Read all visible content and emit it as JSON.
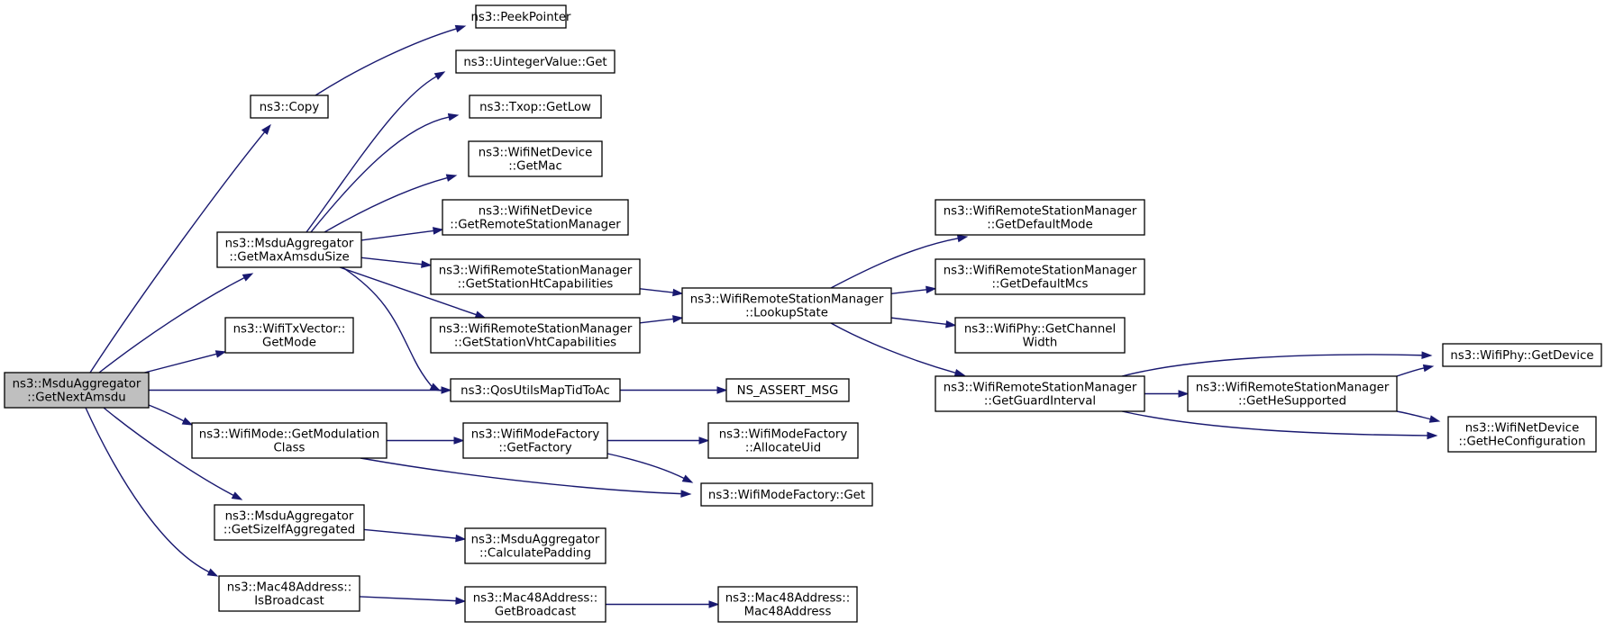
{
  "diagram": {
    "colors": {
      "edge": "#191970",
      "root_fill": "#bfbfbf",
      "node_fill": "#ffffff",
      "node_border": "#000000"
    },
    "nodes": [
      {
        "id": "root",
        "lines": [
          "ns3::MsduAggregator",
          "::GetNextAmsdu"
        ],
        "root": true
      },
      {
        "id": "copy",
        "lines": [
          "ns3::Copy"
        ]
      },
      {
        "id": "peek",
        "lines": [
          "ns3::PeekPointer"
        ]
      },
      {
        "id": "maxamsdu",
        "lines": [
          "ns3::MsduAggregator",
          "::GetMaxAmsduSize"
        ]
      },
      {
        "id": "uintget",
        "lines": [
          "ns3::UintegerValue::Get"
        ]
      },
      {
        "id": "txoplow",
        "lines": [
          "ns3::Txop::GetLow"
        ]
      },
      {
        "id": "getmac",
        "lines": [
          "ns3::WifiNetDevice",
          "::GetMac"
        ]
      },
      {
        "id": "getrsm",
        "lines": [
          "ns3::WifiNetDevice",
          "::GetRemoteStationManager"
        ]
      },
      {
        "id": "htcap",
        "lines": [
          "ns3::WifiRemoteStationManager",
          "::GetStationHtCapabilities"
        ]
      },
      {
        "id": "vhtcap",
        "lines": [
          "ns3::WifiRemoteStationManager",
          "::GetStationVhtCapabilities"
        ]
      },
      {
        "id": "lookup",
        "lines": [
          "ns3::WifiRemoteStationManager",
          "::LookupState"
        ]
      },
      {
        "id": "defmode",
        "lines": [
          "ns3::WifiRemoteStationManager",
          "::GetDefaultMode"
        ]
      },
      {
        "id": "defmcs",
        "lines": [
          "ns3::WifiRemoteStationManager",
          "::GetDefaultMcs"
        ]
      },
      {
        "id": "chwidth",
        "lines": [
          "ns3::WifiPhy::GetChannel",
          "Width"
        ]
      },
      {
        "id": "guard",
        "lines": [
          "ns3::WifiRemoteStationManager",
          "::GetGuardInterval"
        ]
      },
      {
        "id": "hesup",
        "lines": [
          "ns3::WifiRemoteStationManager",
          "::GetHeSupported"
        ]
      },
      {
        "id": "phydev",
        "lines": [
          "ns3::WifiPhy::GetDevice"
        ]
      },
      {
        "id": "heconf",
        "lines": [
          "ns3::WifiNetDevice",
          "::GetHeConfiguration"
        ]
      },
      {
        "id": "txmode",
        "lines": [
          "ns3::WifiTxVector::",
          "GetMode"
        ]
      },
      {
        "id": "qosmap",
        "lines": [
          "ns3::QosUtilsMapTidToAc"
        ]
      },
      {
        "id": "assert",
        "lines": [
          "NS_ASSERT_MSG"
        ]
      },
      {
        "id": "modclass",
        "lines": [
          "ns3::WifiMode::GetModulation",
          "Class"
        ]
      },
      {
        "id": "factory",
        "lines": [
          "ns3::WifiModeFactory",
          "::GetFactory"
        ]
      },
      {
        "id": "alloc",
        "lines": [
          "ns3::WifiModeFactory",
          "::AllocateUid"
        ]
      },
      {
        "id": "factget",
        "lines": [
          "ns3::WifiModeFactory::Get"
        ]
      },
      {
        "id": "sizeagg",
        "lines": [
          "ns3::MsduAggregator",
          "::GetSizeIfAggregated"
        ]
      },
      {
        "id": "calcpad",
        "lines": [
          "ns3::MsduAggregator",
          "::CalculatePadding"
        ]
      },
      {
        "id": "isbcast",
        "lines": [
          "ns3::Mac48Address::",
          "IsBroadcast"
        ]
      },
      {
        "id": "getbcast",
        "lines": [
          "ns3::Mac48Address::",
          "GetBroadcast"
        ]
      },
      {
        "id": "mac48",
        "lines": [
          "ns3::Mac48Address::",
          "Mac48Address"
        ]
      }
    ],
    "edges": [
      {
        "from": "root",
        "to": "copy"
      },
      {
        "from": "copy",
        "to": "peek"
      },
      {
        "from": "root",
        "to": "maxamsdu"
      },
      {
        "from": "maxamsdu",
        "to": "uintget"
      },
      {
        "from": "maxamsdu",
        "to": "txoplow"
      },
      {
        "from": "maxamsdu",
        "to": "getmac"
      },
      {
        "from": "maxamsdu",
        "to": "getrsm"
      },
      {
        "from": "maxamsdu",
        "to": "htcap"
      },
      {
        "from": "maxamsdu",
        "to": "vhtcap"
      },
      {
        "from": "maxamsdu",
        "to": "qosmap"
      },
      {
        "from": "htcap",
        "to": "lookup"
      },
      {
        "from": "vhtcap",
        "to": "lookup"
      },
      {
        "from": "lookup",
        "to": "defmode"
      },
      {
        "from": "lookup",
        "to": "defmcs"
      },
      {
        "from": "lookup",
        "to": "chwidth"
      },
      {
        "from": "lookup",
        "to": "guard"
      },
      {
        "from": "guard",
        "to": "hesup"
      },
      {
        "from": "guard",
        "to": "phydev"
      },
      {
        "from": "guard",
        "to": "heconf"
      },
      {
        "from": "hesup",
        "to": "phydev"
      },
      {
        "from": "hesup",
        "to": "heconf"
      },
      {
        "from": "root",
        "to": "txmode"
      },
      {
        "from": "root",
        "to": "qosmap"
      },
      {
        "from": "qosmap",
        "to": "assert"
      },
      {
        "from": "root",
        "to": "modclass"
      },
      {
        "from": "modclass",
        "to": "factory"
      },
      {
        "from": "modclass",
        "to": "factget"
      },
      {
        "from": "factory",
        "to": "alloc"
      },
      {
        "from": "factory",
        "to": "factget"
      },
      {
        "from": "root",
        "to": "sizeagg"
      },
      {
        "from": "sizeagg",
        "to": "calcpad"
      },
      {
        "from": "root",
        "to": "isbcast"
      },
      {
        "from": "isbcast",
        "to": "getbcast"
      },
      {
        "from": "getbcast",
        "to": "mac48"
      }
    ]
  }
}
